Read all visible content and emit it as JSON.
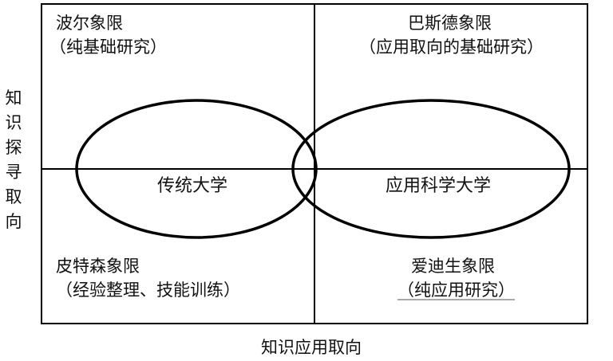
{
  "quadrants": {
    "top_left": {
      "title": "波尔象限",
      "subtitle": "（纯基础研究）"
    },
    "top_right": {
      "title": "巴斯德象限",
      "subtitle": "（应用取向的基础研究）"
    },
    "bottom_left": {
      "title": "皮特森象限",
      "subtitle": "（经验整理、技能训练）"
    },
    "bottom_right": {
      "title": "爱迪生象限",
      "subtitle": "（纯应用研究）"
    }
  },
  "ellipses": {
    "left": {
      "label": "传统大学"
    },
    "right": {
      "label": "应用科学大学"
    }
  },
  "axes": {
    "x_label": "知识应用取向",
    "y_label": [
      "知",
      "识",
      "探",
      "寻",
      "取",
      "向"
    ]
  },
  "colors": {
    "line": "#000000",
    "text": "#111111",
    "background": "#ffffff"
  }
}
